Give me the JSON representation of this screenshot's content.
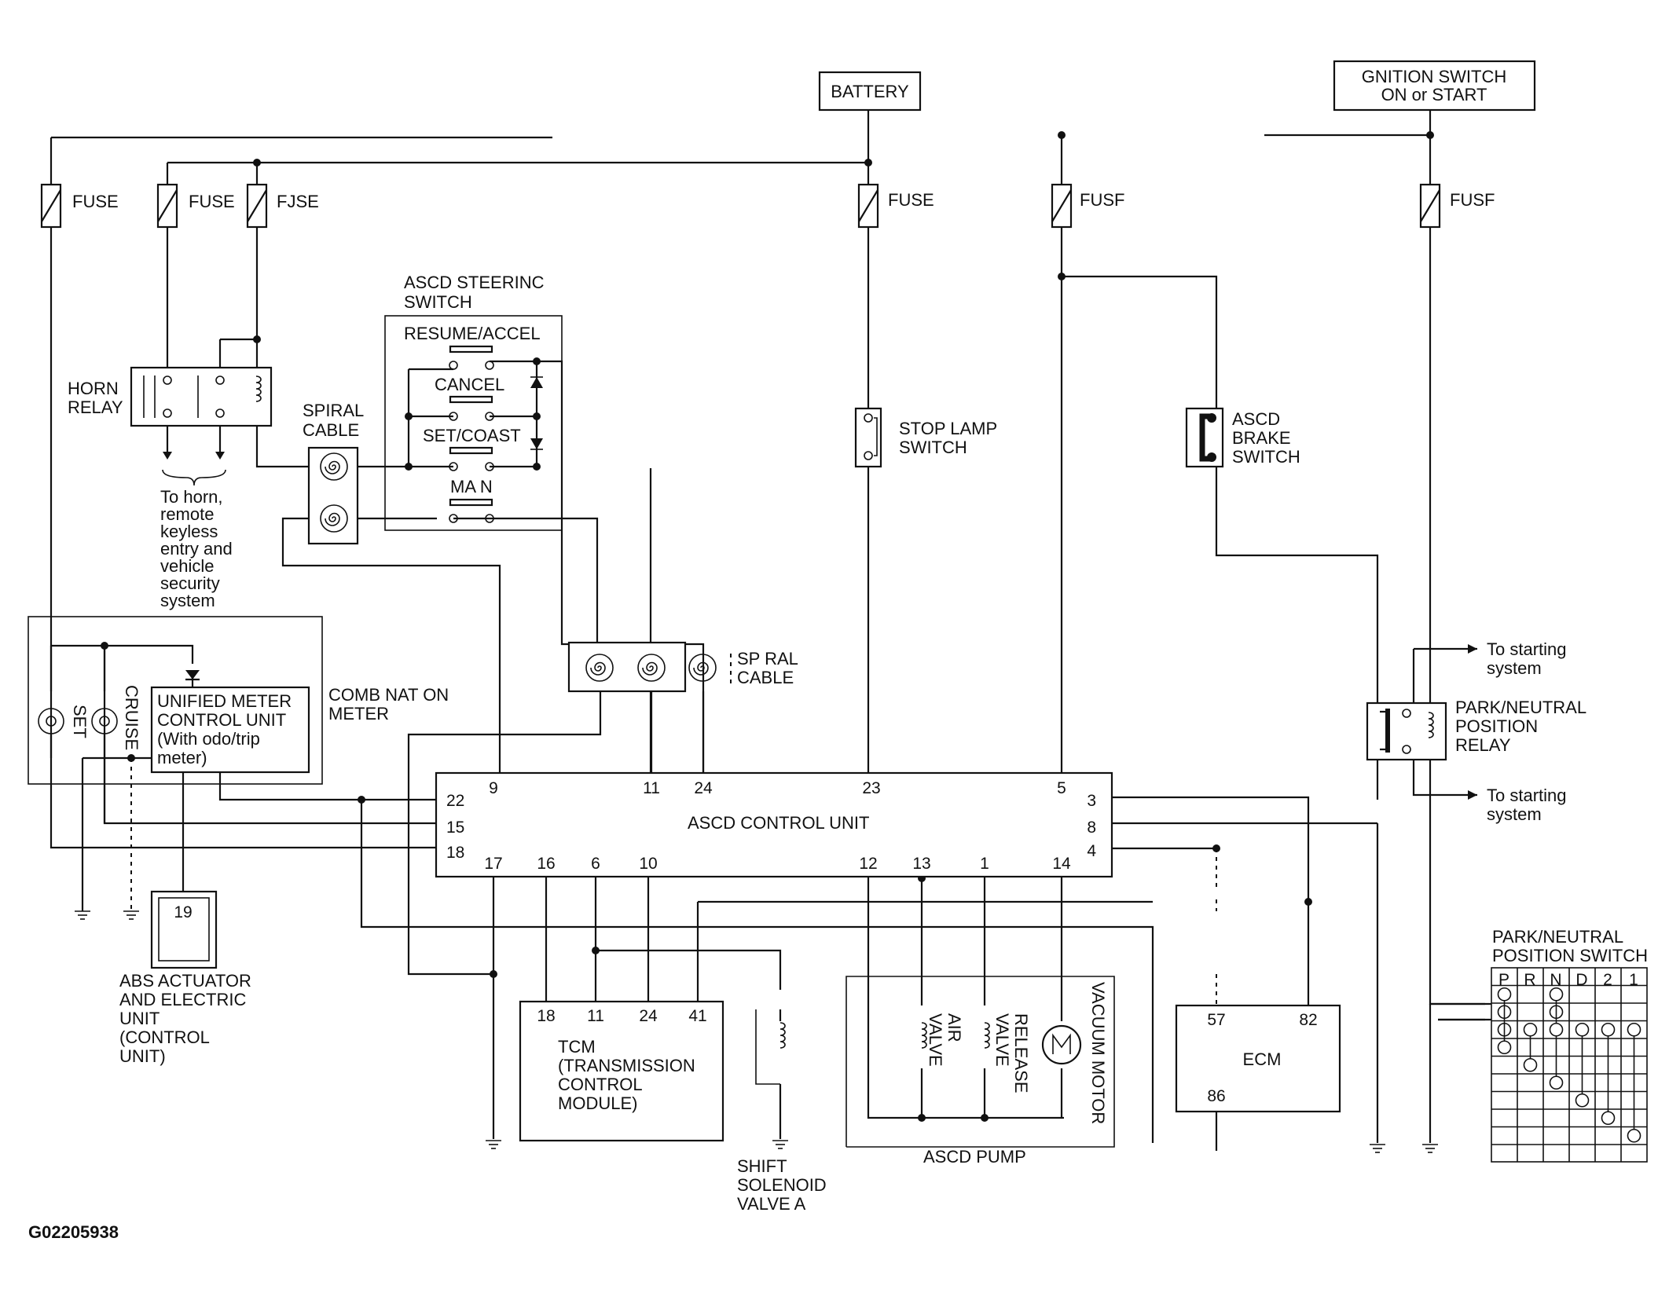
{
  "diagram": {
    "power": {
      "battery": "BATTERY",
      "ignition_line1": "GNITION SWITCH",
      "ignition_line2": "ON or START"
    },
    "fuses": [
      "FUSE",
      "FUSE",
      "FJSE",
      "FUSE",
      "FUSF",
      "FUSF"
    ],
    "horn_relay": [
      "HORN",
      "RELAY"
    ],
    "horn_note": [
      "To horn,",
      "remote",
      "keyless",
      "entry and",
      "vehicle",
      "security",
      "system"
    ],
    "spiral_cable_1": [
      "SPIRAL",
      "CABLE"
    ],
    "spiral_cable_2": [
      "SP RAL",
      "CABLE"
    ],
    "steering_switch": {
      "title": [
        "ASCD STEERINC",
        "SWITCH"
      ],
      "resume": "RESUME/ACCEL",
      "cancel": "CANCEL",
      "set": "SET/COAST",
      "main": "MA N"
    },
    "stop_lamp": [
      "STOP LAMP",
      "SWITCH"
    ],
    "brake_switch": [
      "ASCD",
      "BRAKE",
      "SWITCH"
    ],
    "combination_meter": {
      "title": [
        "COMB NAT ON",
        "METER"
      ],
      "unit": [
        "UNIFIED METER",
        "CONTROL UNIT",
        "(With odo/trip",
        "meter)"
      ],
      "set": "SET",
      "cruise": "CRUISE"
    },
    "control_unit": {
      "title": "ASCD CONTROL UNIT",
      "pins_top": [
        "9",
        "11",
        "24",
        "23",
        "5"
      ],
      "pins_left": [
        "22",
        "15",
        "18"
      ],
      "pins_right": [
        "3",
        "8",
        "4"
      ],
      "pins_bottom": [
        "17",
        "16",
        "6",
        "10",
        "12",
        "13",
        "1",
        "14"
      ]
    },
    "abs": {
      "pin": "19",
      "label": [
        "ABS ACTUATOR",
        "AND ELECTRIC",
        "UNIT",
        "(CONTROL",
        "UNIT)"
      ]
    },
    "tcm": {
      "pins": [
        "18",
        "11",
        "24",
        "41"
      ],
      "label": [
        "TCM",
        "(TRANSMISSION",
        "CONTROL",
        "MODULE)"
      ]
    },
    "shift_solenoid": [
      "SHIFT",
      "SOLENOID",
      "VALVE A"
    ],
    "pump": {
      "air_valve": [
        "AIR",
        "VALVE"
      ],
      "release_valve": [
        "RELEASE",
        "VALVE"
      ],
      "vacuum_motor": "VACUUM MOTOR",
      "label": "ASCD PUMP"
    },
    "ecm": {
      "label": "ECM",
      "pins": [
        "57",
        "82",
        "86"
      ]
    },
    "pnp_relay": [
      "PARK/NEUTRAL",
      "POSITION",
      "RELAY"
    ],
    "to_starting_1": [
      "To starting",
      "system"
    ],
    "to_starting_2": [
      "To starting",
      "system"
    ],
    "pnp_switch": {
      "title": [
        "PARK/NEUTRAL",
        "POSITION SWITCH"
      ],
      "columns": [
        "P",
        "R",
        "N",
        "D",
        "2",
        "1"
      ]
    },
    "figure_id": "G02205938"
  }
}
